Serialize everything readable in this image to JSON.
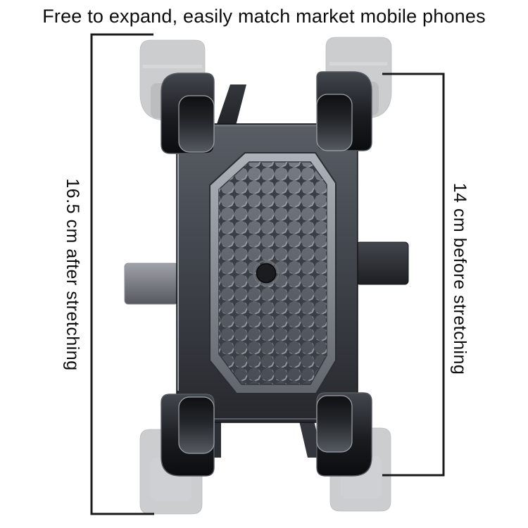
{
  "title": "Free to expand, easily match market mobile phones",
  "annotations": {
    "left": {
      "label": "16.5 cm after stretching"
    },
    "right": {
      "label": "14 cm before stretching"
    }
  },
  "colors": {
    "background": "#ffffff",
    "text": "#0c0c0c",
    "dimension_line": "#1a1a1a",
    "holder_black": "#0b0c0e",
    "holder_body_gray": "#41454c",
    "pad_gray": "#6a6f77",
    "stud_dark": "#3a3e45",
    "bevel_light": "#aeb3ba",
    "ghost_gray": "#c7c8ca"
  }
}
